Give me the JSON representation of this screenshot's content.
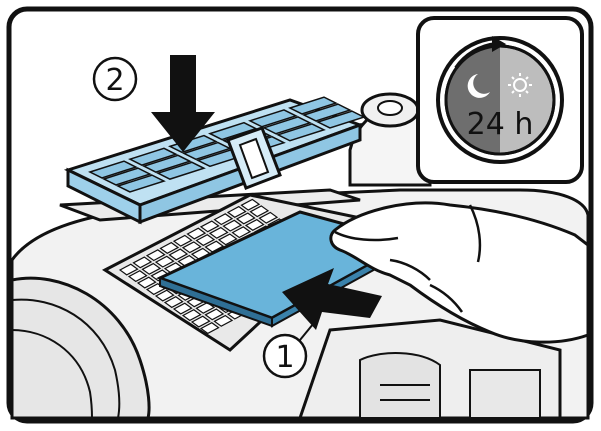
{
  "callouts": {
    "step_1": "1",
    "step_2": "2"
  },
  "timer_badge": {
    "label": "24 h",
    "icon": "moon-sun-cycle-icon"
  },
  "colors": {
    "filter_blue": "#69b4da",
    "filter_blue_dark": "#2f6f95",
    "frame_light_blue": "#bfe1f2",
    "frame_mid_blue": "#9ed0ea",
    "badge_grey": "#bdbdbd",
    "outline": "#111111"
  }
}
